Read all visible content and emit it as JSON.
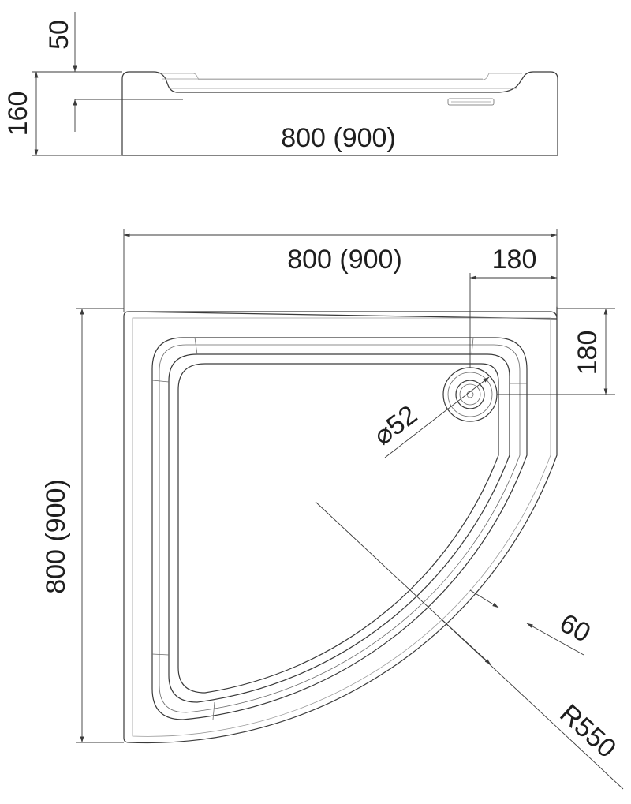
{
  "side_view": {
    "depth_label": "50",
    "height_label": "160",
    "width_label": "800 (900)"
  },
  "top_view": {
    "width_label": "800 (900)",
    "drain_offset_x_label": "180",
    "drain_offset_y_label": "180",
    "drain_diameter_label": "⌀52",
    "rim_width_label": "60",
    "radius_label": "R550",
    "height_label": "800 (900)"
  }
}
